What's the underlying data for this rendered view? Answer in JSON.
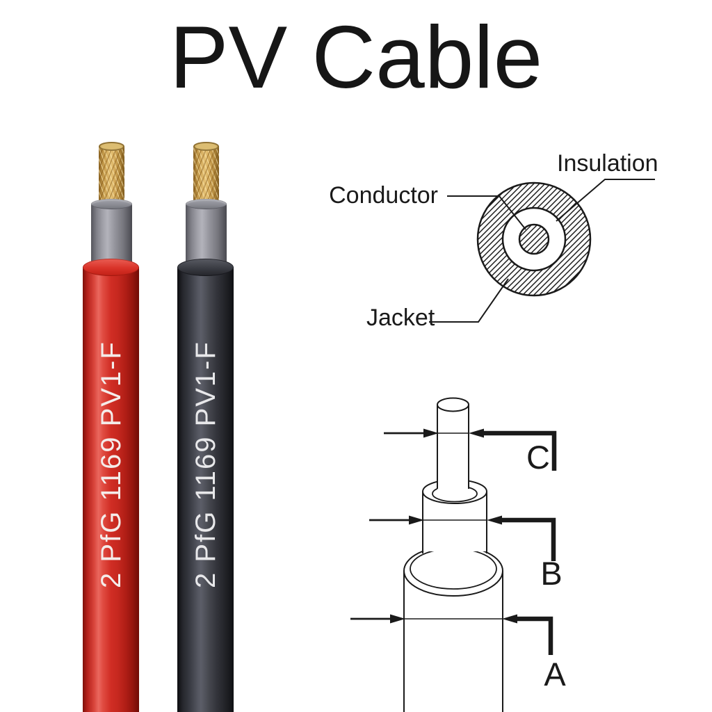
{
  "title": "PV Cable",
  "cable_marking": "2 PfG 1169 PV1-F",
  "cross_section_labels": {
    "conductor": "Conductor",
    "insulation": "Insulation",
    "jacket": "Jacket"
  },
  "dimension_labels": {
    "jacket_diameter": "A",
    "insulation_diameter": "B",
    "conductor_diameter": "C"
  },
  "colors": {
    "red_jacket": "#cc2a22",
    "black_jacket": "#31333a",
    "insulation_gray": "#8e8e96",
    "conductor_copper": "#d2a65c",
    "line_black": "#1a1a1a",
    "marking_text": "#f2eeec"
  }
}
